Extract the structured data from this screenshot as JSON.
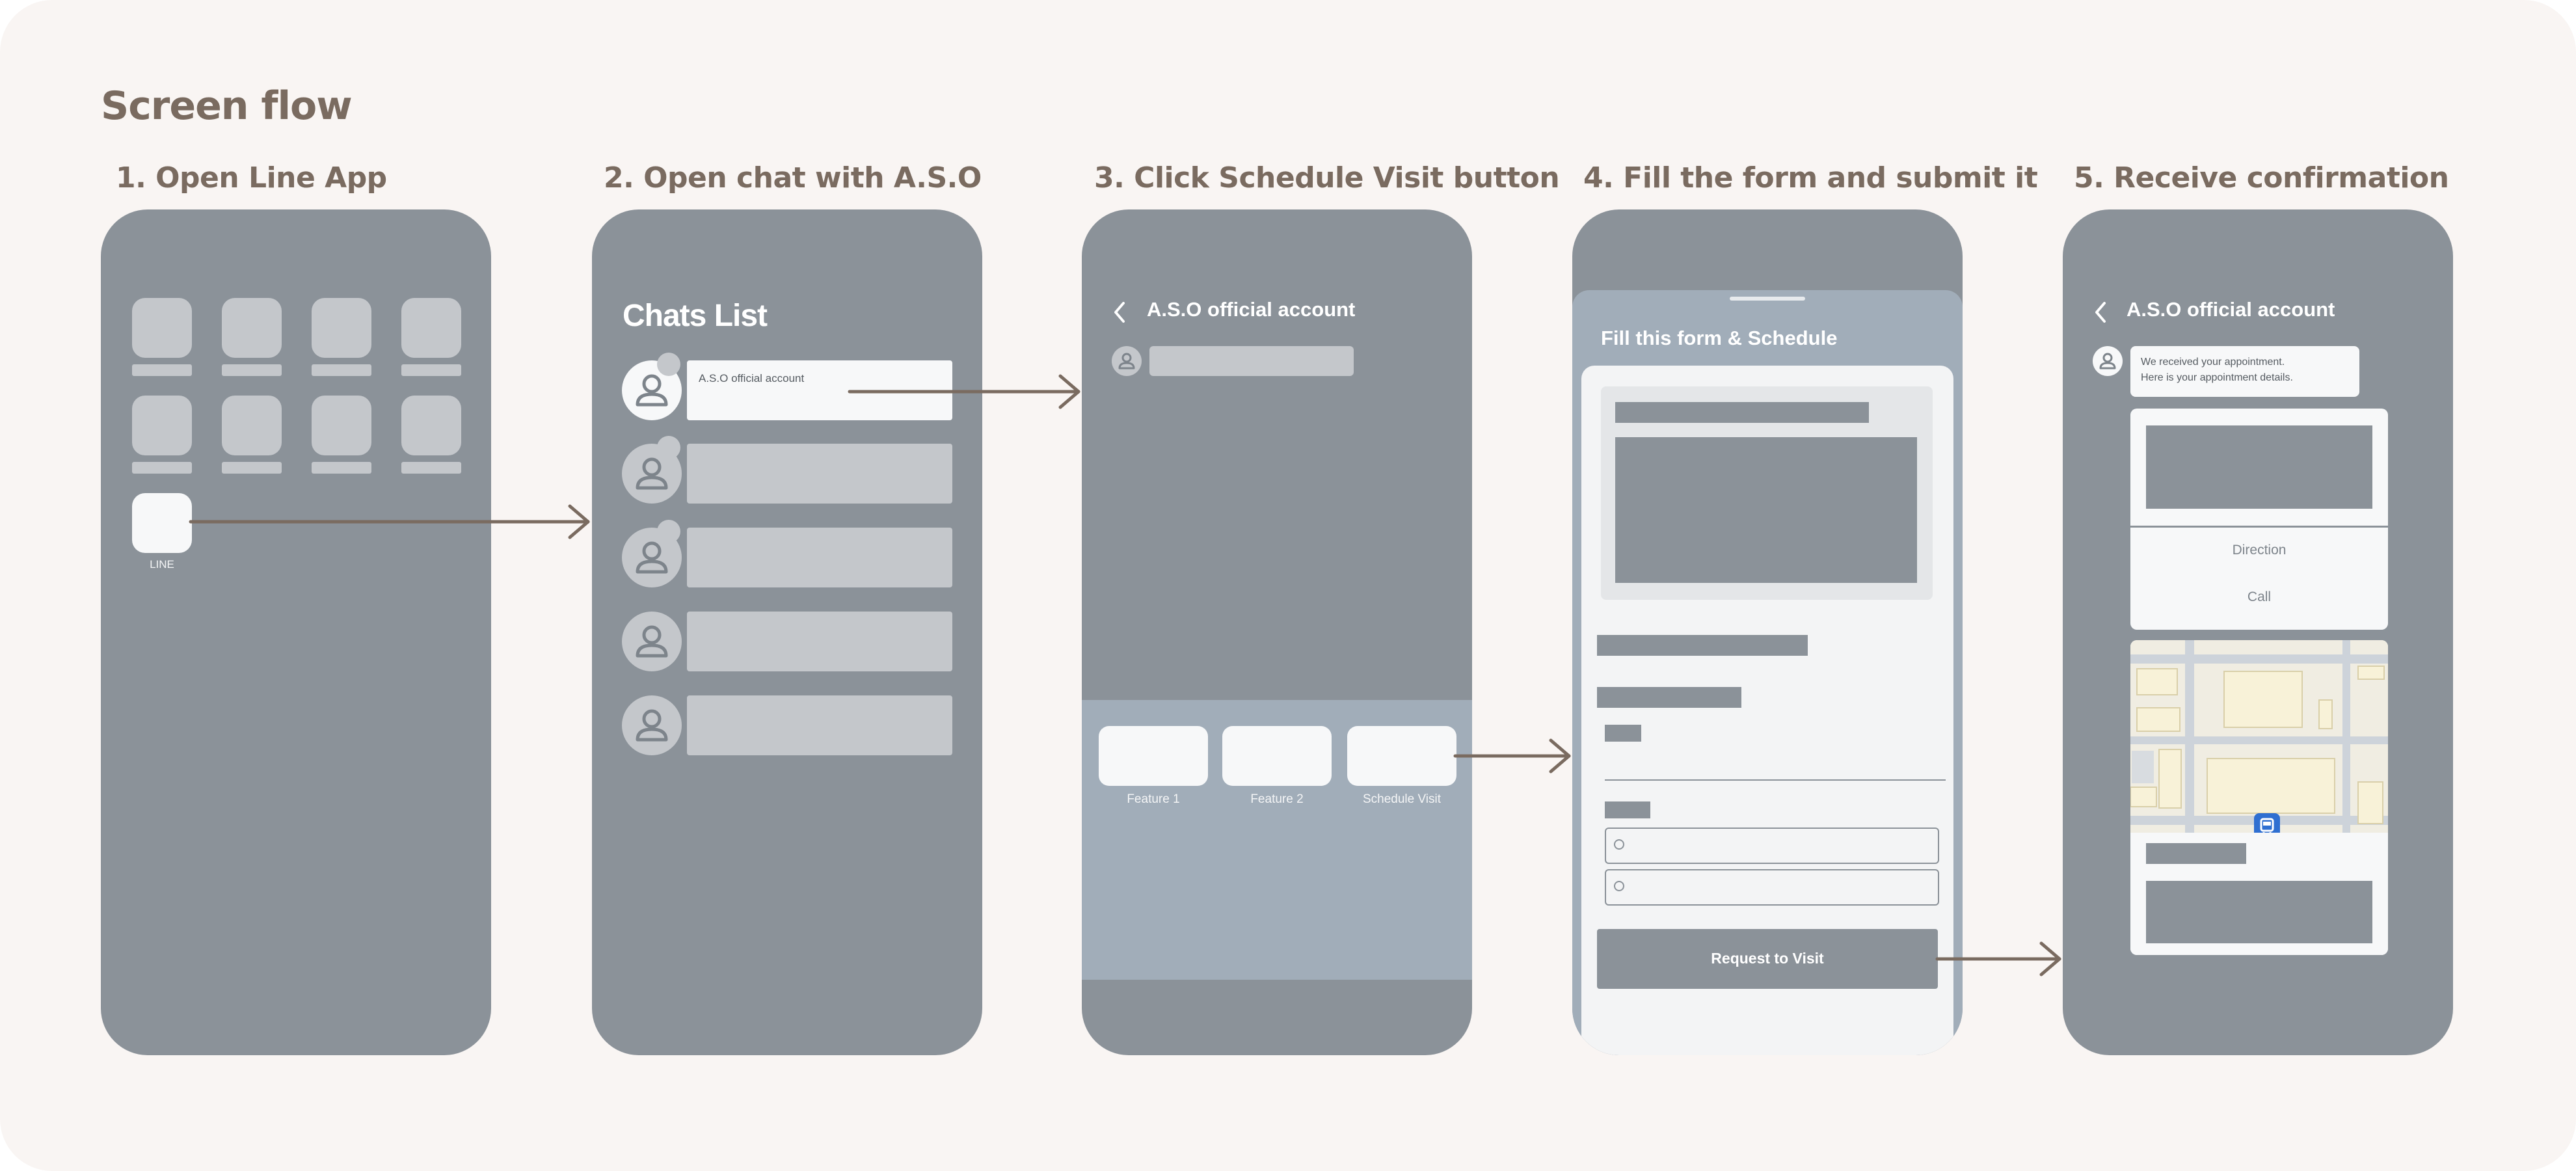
{
  "title": "Screen flow",
  "steps": [
    {
      "label": "1. Open Line App"
    },
    {
      "label": "2. Open chat with A.S.O"
    },
    {
      "label": "3. Click Schedule Visit button"
    },
    {
      "label": "4. Fill the form and submit it"
    },
    {
      "label": "5. Receive confirmation"
    }
  ],
  "screen1": {
    "app_label": "LINE"
  },
  "screen2": {
    "heading": "Chats List",
    "first_chat": "A.S.O official account"
  },
  "screen3": {
    "header": "A.S.O official account",
    "features": [
      "Feature 1",
      "Feature 2",
      "Schedule Visit"
    ]
  },
  "screen4": {
    "sheet_title": "Fill this form & Schedule",
    "submit_label": "Request to Visit"
  },
  "screen5": {
    "header": "A.S.O official account",
    "message_line1": "We received your appointment.",
    "message_line2": "Here is your appointment details.",
    "direction_label": "Direction",
    "call_label": "Call"
  },
  "colors": {
    "phone": "#8b9299",
    "accent_text": "#7a6b60",
    "arrow": "#7a6b60",
    "map_pin": "#2f6fd1"
  }
}
